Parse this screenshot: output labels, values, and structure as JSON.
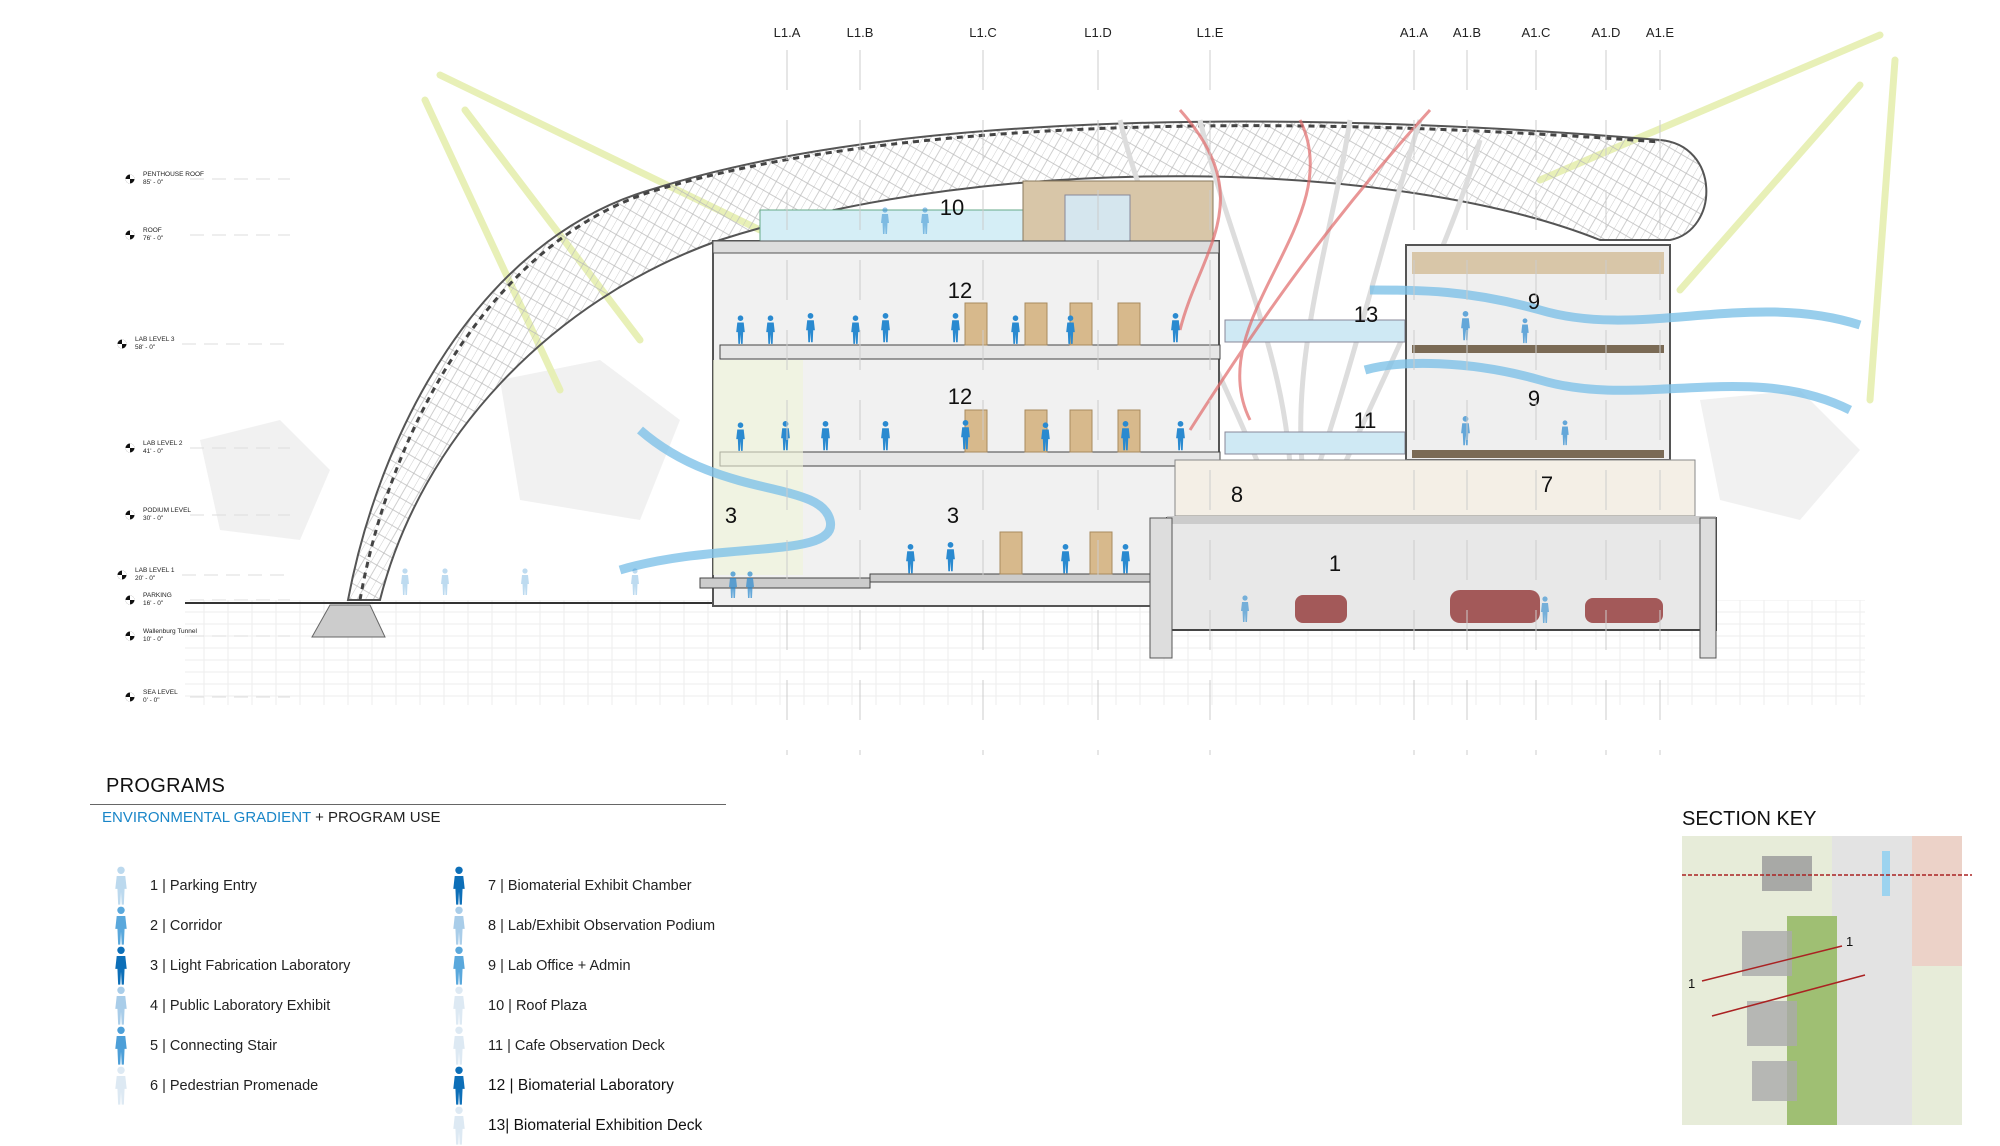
{
  "grid_lines": [
    "L1.A",
    "L1.B",
    "L1.C",
    "L1.D",
    "L1.E",
    "A1.A",
    "A1.B",
    "A1.C",
    "A1.D",
    "A1.E"
  ],
  "levels": [
    {
      "name": "PENTHOUSE ROOF",
      "elev": "85' - 0\""
    },
    {
      "name": "ROOF",
      "elev": "76' - 0\""
    },
    {
      "name": "LAB LEVEL 3",
      "elev": "58' - 0\""
    },
    {
      "name": "LAB LEVEL 2",
      "elev": "41' - 0\""
    },
    {
      "name": "PODIUM LEVEL",
      "elev": "30' - 0\""
    },
    {
      "name": "LAB LEVEL 1",
      "elev": "20' - 0\""
    },
    {
      "name": "PARKING",
      "elev": "16' - 0\""
    },
    {
      "name": "Wallenburg Tunnel",
      "elev": "10' - 0\""
    },
    {
      "name": "SEA LEVEL",
      "elev": "0' - 0\""
    }
  ],
  "rooms": {
    "r10": "10",
    "r12a": "12",
    "r12b": "12",
    "r3a": "3",
    "r3b": "3",
    "r13": "13",
    "r9a": "9",
    "r9b": "9",
    "r11": "11",
    "r8": "8",
    "r7": "7",
    "r1": "1"
  },
  "programs": {
    "title": "PROGRAMS",
    "subtitle_accent": "ENVIRONMENTAL GRADIENT",
    "subtitle_rest": " + PROGRAM USE",
    "items": [
      {
        "label": "1 | Parking Entry",
        "color": "#bcd9ee"
      },
      {
        "label": "2 | Corridor",
        "color": "#5aa8dc"
      },
      {
        "label": "3 | Light Fabrication Laboratory",
        "color": "#0d6fb8"
      },
      {
        "label": "4 | Public Laboratory Exhibit",
        "color": "#a9cde9"
      },
      {
        "label": "5 | Connecting Stair",
        "color": "#4d9fd8"
      },
      {
        "label": "6 | Pedestrian Promenade",
        "color": "#dde9f3"
      },
      {
        "label": "7 | Biomaterial Exhibit Chamber",
        "color": "#0d6fb8"
      },
      {
        "label": "8 | Lab/Exhibit Observation Podium",
        "color": "#a9cde9"
      },
      {
        "label": "9 | Lab Office + Admin",
        "color": "#5aa8dc"
      },
      {
        "label": "10 | Roof Plaza",
        "color": "#dde9f3"
      },
      {
        "label": "11 | Cafe Observation Deck",
        "color": "#dde9f3"
      },
      {
        "label": "12 | Biomaterial Laboratory",
        "color": "#0d6fb8"
      },
      {
        "label": "13| Biomaterial Exhibition Deck",
        "color": "#dde9f3"
      }
    ]
  },
  "section_key": {
    "title": "SECTION KEY",
    "marker_a": "1",
    "marker_b": "1"
  },
  "colors": {
    "accent": "#1a86c8",
    "people": "#2a8ad0",
    "airflow_cool": "#7fc2e8",
    "airflow_warm": "#e06a6a",
    "sun": "#e6efb0",
    "car": "#8c2a2a"
  }
}
